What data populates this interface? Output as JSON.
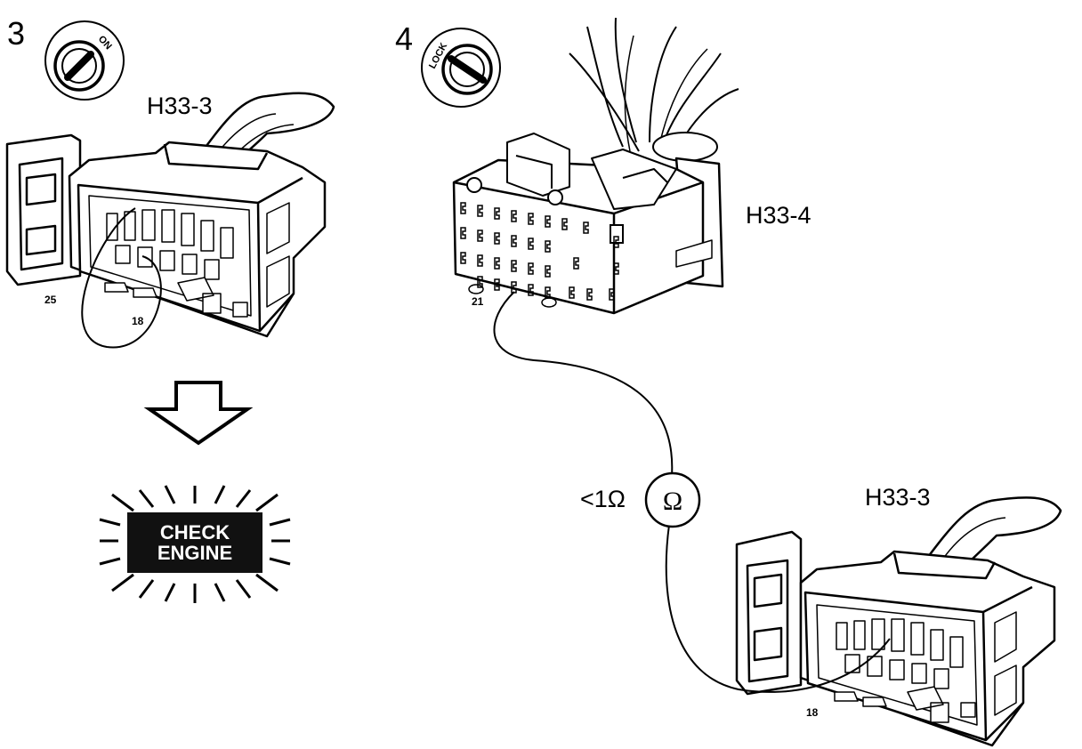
{
  "steps": {
    "step3": "3",
    "step4": "4"
  },
  "switches": {
    "on": "ON",
    "lock": "LOCK"
  },
  "connectors": {
    "h33_3_left": "H33-3",
    "h33_4": "H33-4",
    "h33_3_right": "H33-3"
  },
  "pins": {
    "pin25": "25",
    "pin18_left": "18",
    "pin21": "21",
    "pin18_right": "18"
  },
  "meter": {
    "value": "<1Ω",
    "symbol": "Ω"
  },
  "lamp": {
    "line1": "CHECK",
    "line2": "ENGINE"
  },
  "colors": {
    "ink": "#000000",
    "paper": "#ffffff",
    "lamp_bg": "#111111"
  }
}
